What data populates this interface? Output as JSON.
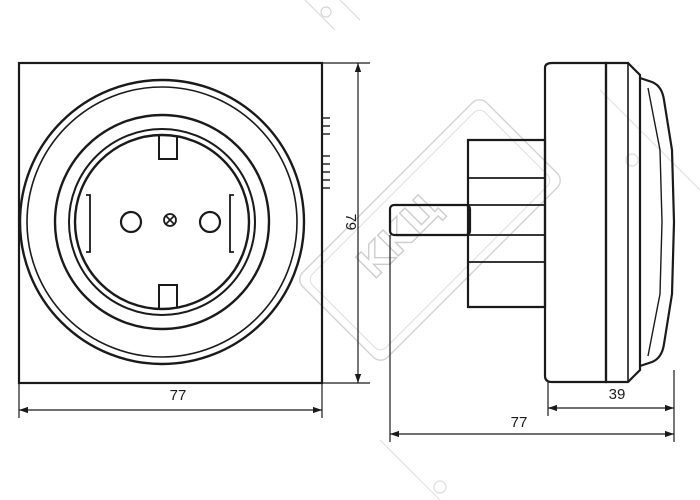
{
  "dimensions": {
    "front_width": "77",
    "front_height": "79",
    "side_depth_total": "77",
    "side_depth_base": "39"
  },
  "watermark": {
    "text": "KKЦ"
  }
}
